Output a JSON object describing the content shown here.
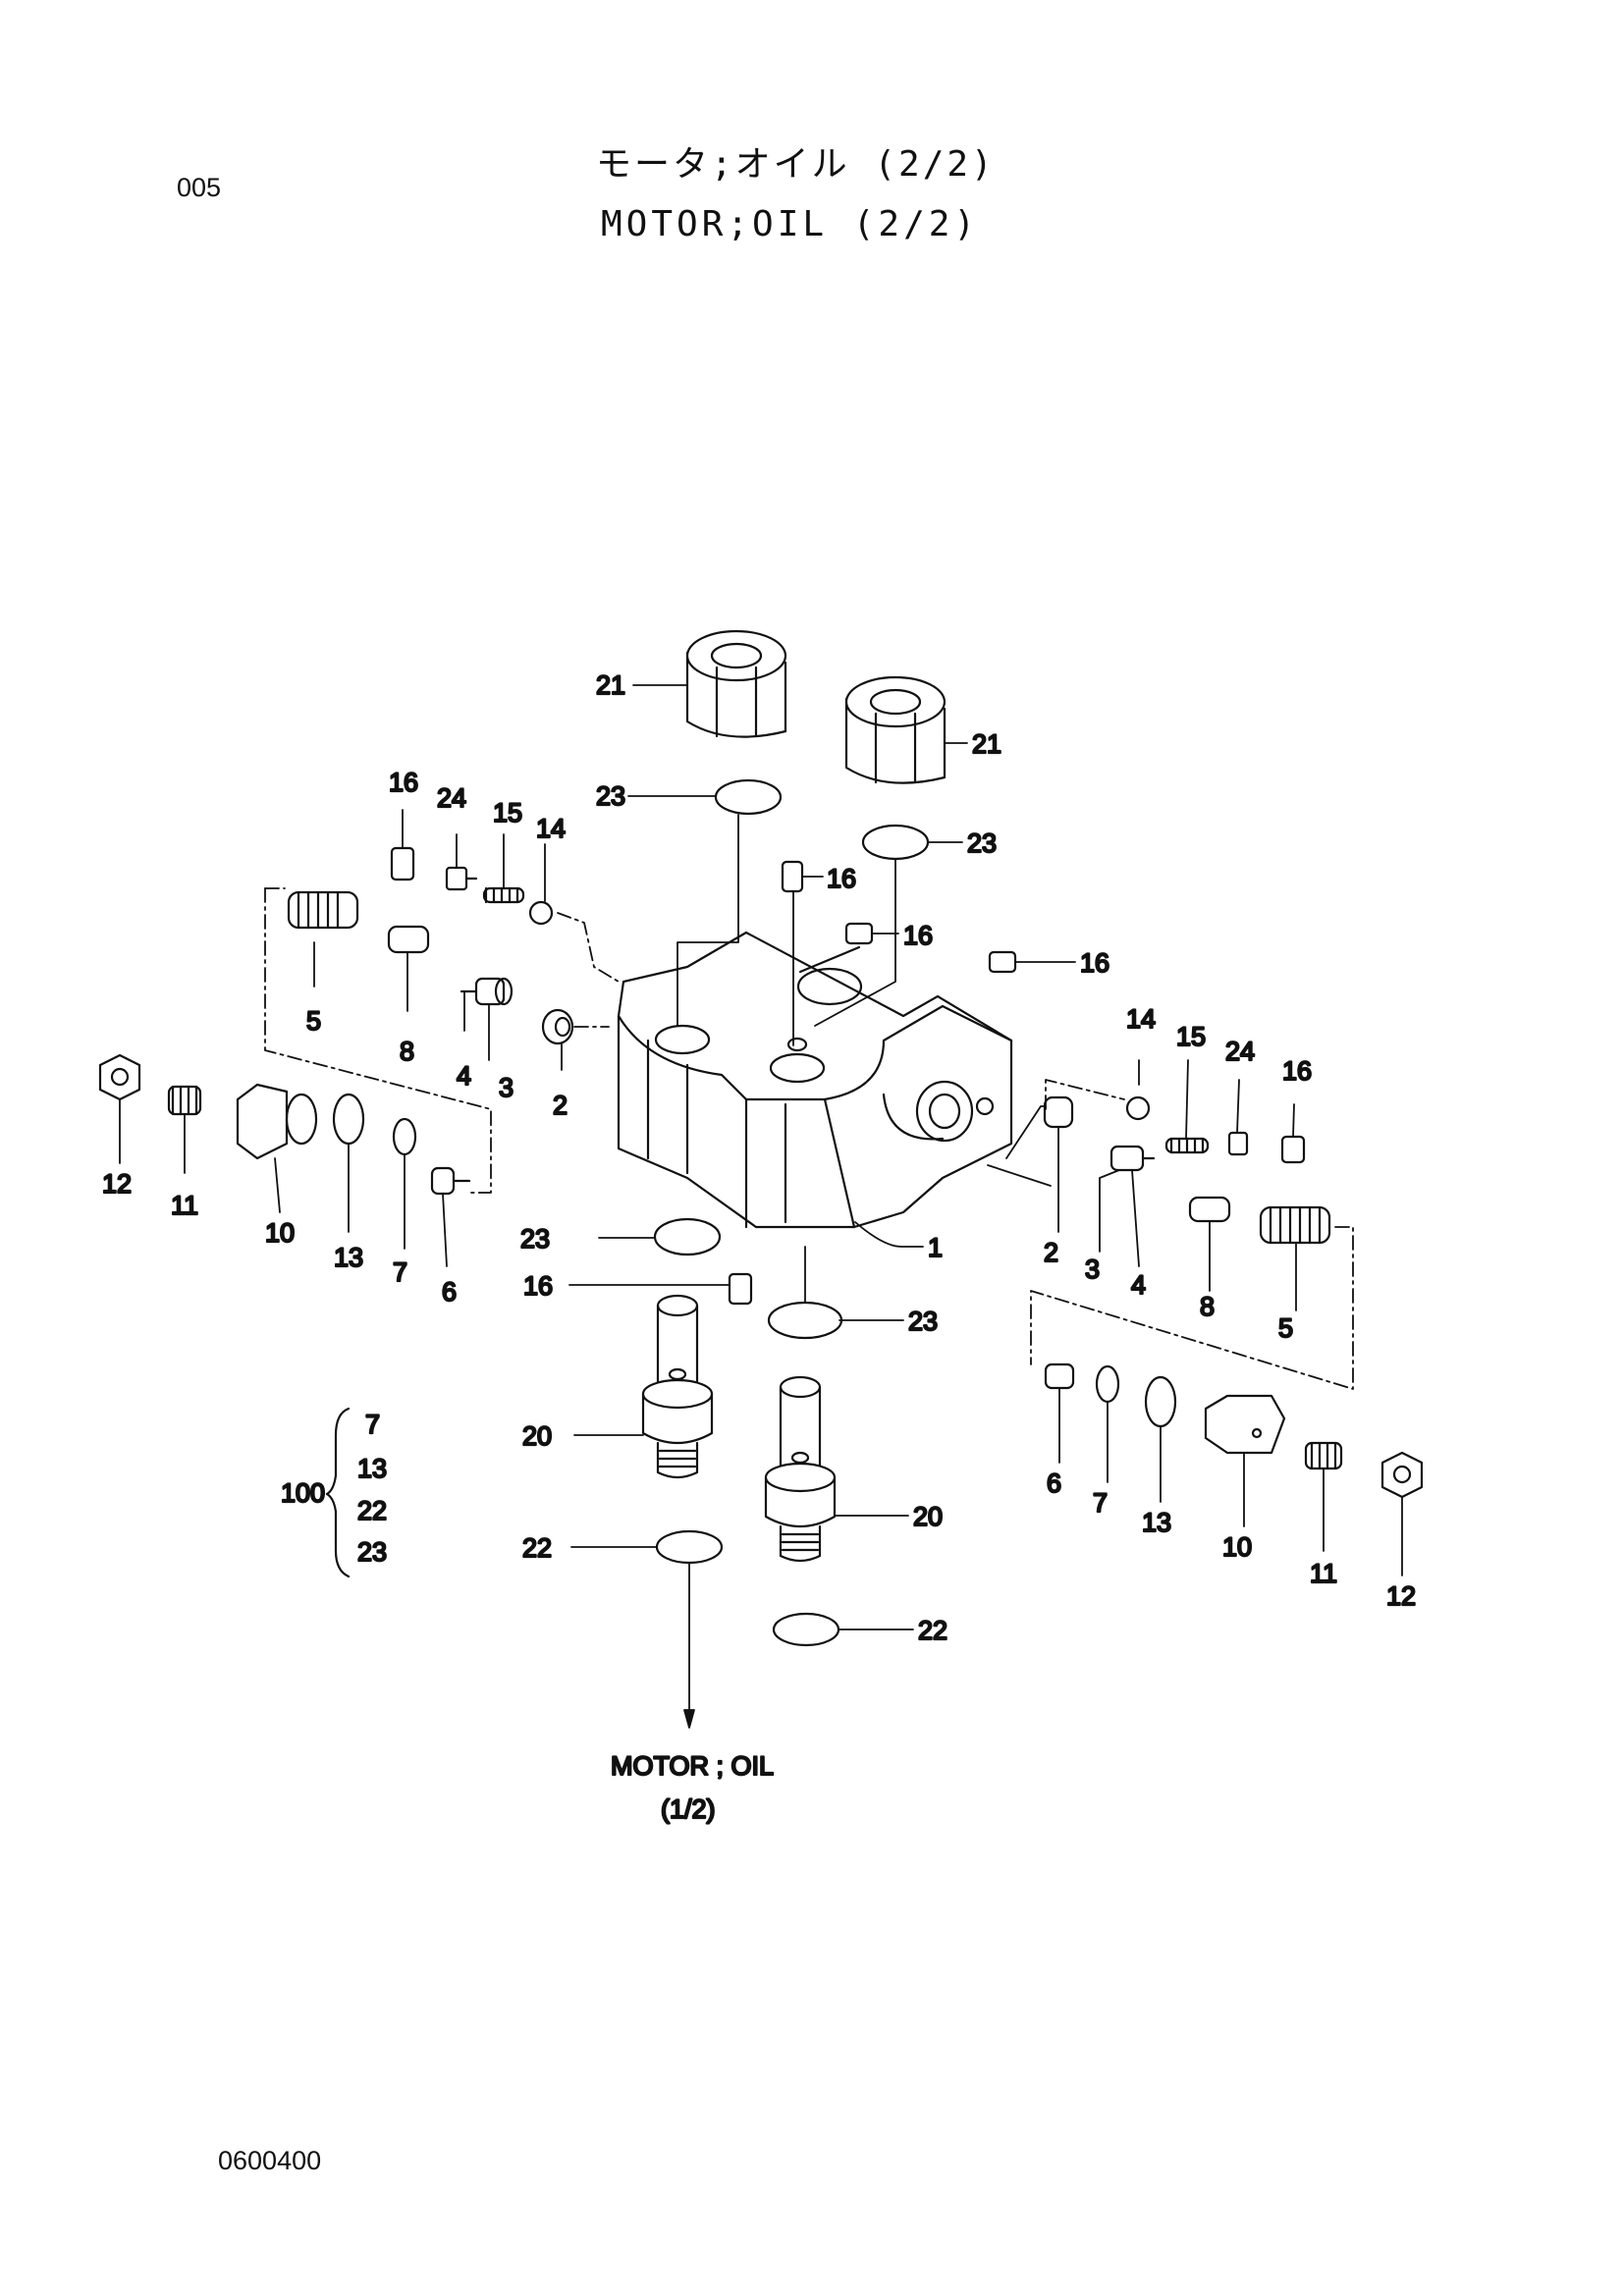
{
  "page_code": "005",
  "title_jp": "モータ;オイル (2/2)",
  "title_en": "MOTOR;OIL (2/2)",
  "footer_code": "0600400",
  "reference": {
    "line1": "MOTOR ; OIL",
    "line2": "(1/2)"
  },
  "kit": {
    "number": "100",
    "items": [
      "7",
      "13",
      "22",
      "23"
    ]
  },
  "callouts": {
    "c1": "1",
    "c2a": "2",
    "c2b": "2",
    "c3a": "3",
    "c3b": "3",
    "c4a": "4",
    "c4b": "4",
    "c5a": "5",
    "c5b": "5",
    "c6a": "6",
    "c6b": "6",
    "c7a": "7",
    "c7b": "7",
    "c8a": "8",
    "c8b": "8",
    "c10a": "10",
    "c10b": "10",
    "c11a": "11",
    "c11b": "11",
    "c12a": "12",
    "c12b": "12",
    "c13a": "13",
    "c13b": "13",
    "c14a": "14",
    "c14b": "14",
    "c15a": "15",
    "c15b": "15",
    "c16a": "16",
    "c16b": "16",
    "c16c": "16",
    "c16d": "16",
    "c16e": "16",
    "c16f": "16",
    "c20a": "20",
    "c20b": "20",
    "c21a": "21",
    "c21b": "21",
    "c22a": "22",
    "c22b": "22",
    "c23a": "23",
    "c23b": "23",
    "c23c": "23",
    "c23d": "23",
    "c24a": "24",
    "c24b": "24"
  }
}
